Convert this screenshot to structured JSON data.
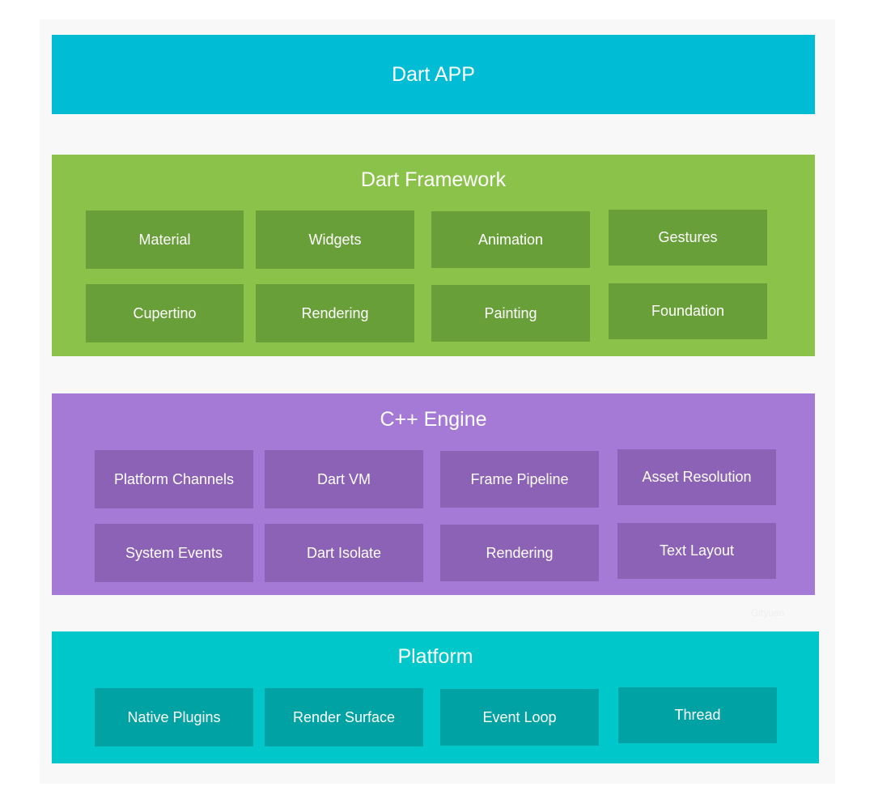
{
  "colors": {
    "background": "#f8f8f8",
    "dart_app": "#00bcd4",
    "framework": "#8bc34a",
    "framework_box": "#689f38",
    "engine": "#a57ad7",
    "engine_box": "#8c62b6",
    "platform": "#00c7ca",
    "platform_box": "#00a2a3",
    "text": "#ffffff"
  },
  "layers": {
    "dart_app": {
      "title": "Dart APP"
    },
    "framework": {
      "title": "Dart Framework",
      "items": [
        "Material",
        "Widgets",
        "Animation",
        "Gestures",
        "Cupertino",
        "Rendering",
        "Painting",
        "Foundation"
      ]
    },
    "engine": {
      "title": "C++ Engine",
      "items": [
        "Platform Channels",
        "Dart VM",
        "Frame Pipeline",
        "Asset Resolution",
        "System Events",
        "Dart Isolate",
        "Rendering",
        "Text Layout"
      ]
    },
    "platform": {
      "title": "Platform",
      "items": [
        "Native Plugins",
        "Render Surface",
        "Event Loop",
        "Thread"
      ]
    }
  },
  "watermark": "Gityuan"
}
